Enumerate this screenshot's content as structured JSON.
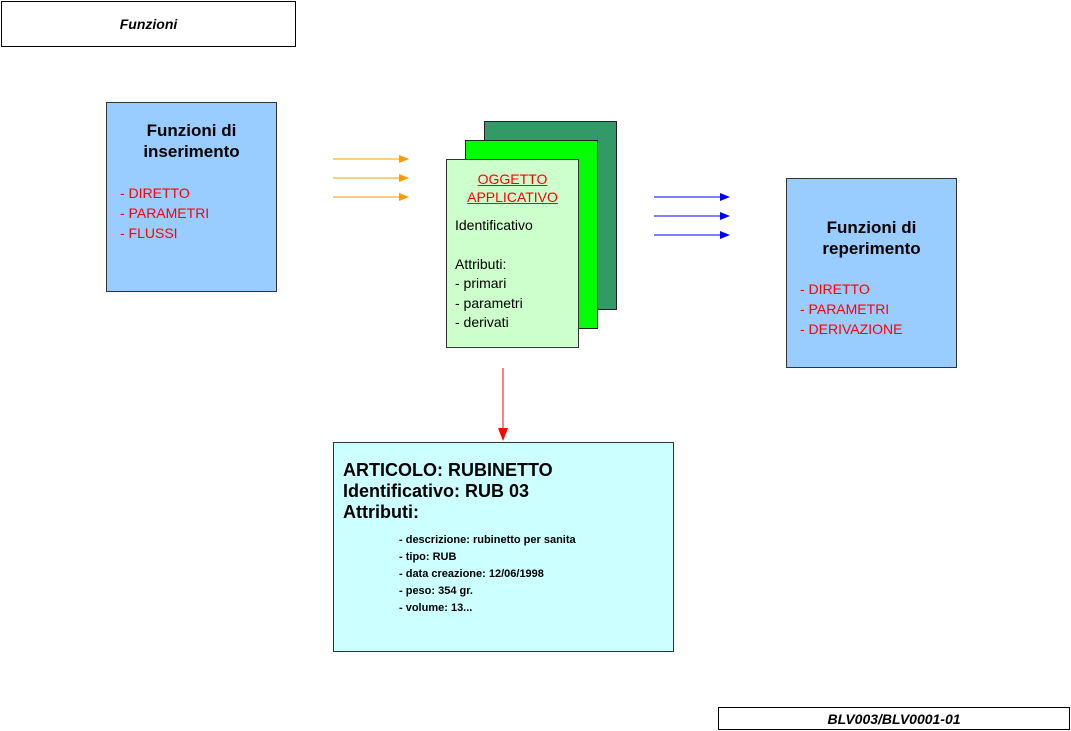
{
  "title": "Funzioni",
  "code": "BLV003/BLV0001-01",
  "insert": {
    "heading": [
      "Funzioni di",
      "inserimento"
    ],
    "items": [
      "- DIRETTO",
      "- PARAMETRI",
      "- FLUSSI"
    ]
  },
  "object": {
    "title": [
      "OGGETTO",
      "APPLICATIVO"
    ],
    "identifier": "Identificativo",
    "attributes_label": "Attributi:",
    "attributes": [
      "- primari",
      "- parametri",
      "- derivati"
    ]
  },
  "retrieve": {
    "heading": [
      "Funzioni di",
      "reperimento"
    ],
    "items": [
      "- DIRETTO",
      "- PARAMETRI",
      "- DERIVAZIONE"
    ]
  },
  "article": {
    "lines": [
      "ARTICOLO: RUBINETTO",
      "Identificativo: RUB 03",
      "Attributi:"
    ],
    "details": [
      "- descrizione: rubinetto per sanita",
      "- tipo: RUB",
      "- data creazione: 12/06/1998",
      "- peso: 354 gr.",
      "- volume: 13..."
    ]
  },
  "colors": {
    "arrow_in": "#ff9900",
    "arrow_out": "#0000ff",
    "arrow_down": "#ff0000"
  }
}
